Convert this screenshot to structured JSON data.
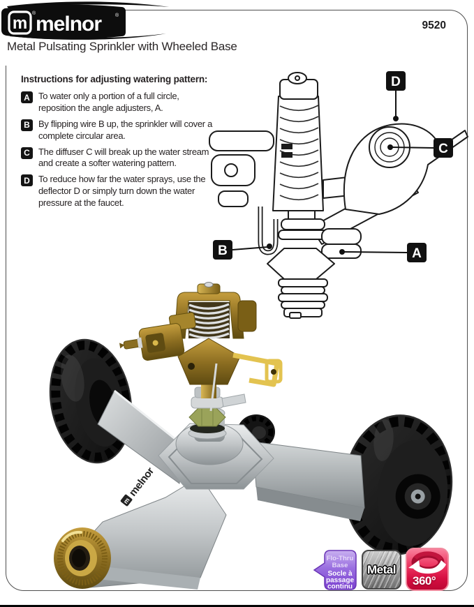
{
  "brand": {
    "logo_text": "melnor",
    "logo_mark": "m",
    "registered_symbol": "®"
  },
  "header": {
    "model_number": "9520",
    "product_title": "Metal Pulsating Sprinkler with Wheeled Base"
  },
  "instructions": {
    "heading": "Instructions for adjusting watering pattern:",
    "items": [
      {
        "label": "A",
        "text": "To water only a portion of a full circle, reposition the angle adjusters, A."
      },
      {
        "label": "B",
        "text": "By flipping wire B up, the sprinkler will cover a complete circular area."
      },
      {
        "label": "C",
        "text": "The diffuser C will break up the water stream and create a softer watering pattern."
      },
      {
        "label": "D",
        "text": "To reduce how far the water sprays, use the deflector D or simply turn down the water pressure at the faucet."
      }
    ]
  },
  "diagram": {
    "callouts": {
      "deflector": "D",
      "diffuser": "C",
      "wire": "B",
      "angle_adjusters": "A"
    }
  },
  "product_photo": {
    "base_imprint": "melnor"
  },
  "badges": {
    "flo_thru": {
      "title_lines": [
        "Flo-Thru",
        "Base"
      ],
      "subtitle_lines": [
        "Socle à",
        "passage",
        "continu"
      ],
      "color": "#8b57d8"
    },
    "material": {
      "label": "Metal",
      "color": "#9e9e9e"
    },
    "rotation": {
      "label": "360°",
      "color": "#e4124b"
    }
  }
}
